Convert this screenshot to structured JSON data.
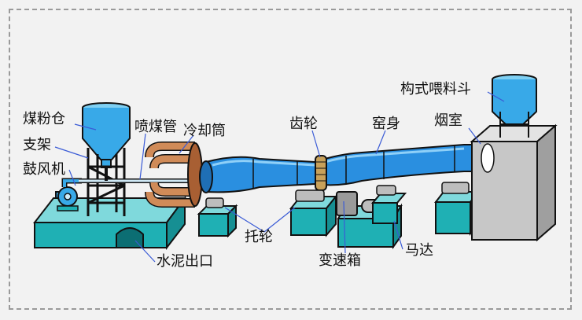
{
  "labels": {
    "coal_bin": "煤粉仓",
    "support": "支架",
    "blower": "鼓风机",
    "burner": "喷煤管",
    "cooler": "冷却筒",
    "gear": "齿轮",
    "kiln_body": "窑身",
    "smoke_room": "烟室",
    "feed_hopper": "构式喂料斗",
    "roller": "托轮",
    "cement_outlet": "水泥出口",
    "gearbox": "变速箱",
    "motor": "马达"
  },
  "colors": {
    "kiln_blue": "#2a8fe0",
    "tank_blue": "#38a9e8",
    "base_teal": "#1fb0b4",
    "copper": "#d08b58",
    "chamber_gray": "#c7c7c7",
    "leader_line": "#3a5bd6"
  }
}
